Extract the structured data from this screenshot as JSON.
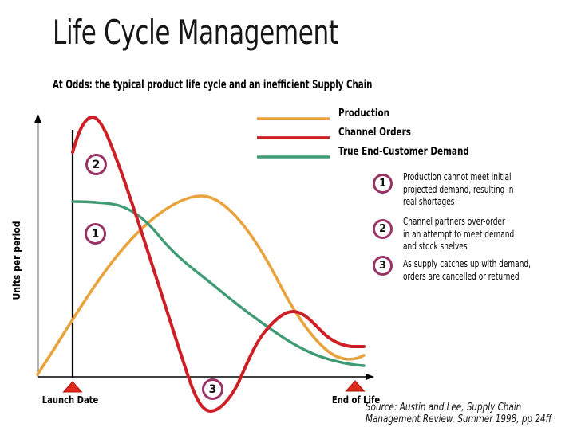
{
  "slide": {
    "title": "Life Cycle Management",
    "subtitle": "At Odds: the typical product life cycle and an inefficient Supply Chain",
    "source": {
      "line1": "Source: Austin and Lee, Supply Chain",
      "line2": "Management Review, Summer 1998, pp 24ff"
    }
  },
  "legend": {
    "items": [
      {
        "label": "Production",
        "color": "#E8A33C"
      },
      {
        "label": "Channel Orders",
        "color": "#CD2026"
      },
      {
        "label": "True End-Customer Demand",
        "color": "#3F9B73"
      }
    ]
  },
  "chart_data": {
    "type": "line",
    "ylabel": "Units per period",
    "xlabel": "",
    "x_axis_markers": [
      {
        "label": "Launch Date",
        "x": 1.0
      },
      {
        "label": "End of Life",
        "x": 9.4
      }
    ],
    "axis_ranges": {
      "x": [
        0,
        10
      ],
      "y_units_normalized": [
        0,
        100
      ]
    },
    "grid": false,
    "legend_position": "top-right",
    "series": [
      {
        "name": "Production",
        "color": "#E8A33C",
        "points": [
          {
            "x": 0.0,
            "y": 1
          },
          {
            "x": 1.0,
            "y": 24
          },
          {
            "x": 2.4,
            "y": 48
          },
          {
            "x": 3.6,
            "y": 64
          },
          {
            "x": 4.9,
            "y": 69
          },
          {
            "x": 6.0,
            "y": 58
          },
          {
            "x": 7.1,
            "y": 37
          },
          {
            "x": 8.1,
            "y": 16
          },
          {
            "x": 9.1,
            "y": 7
          },
          {
            "x": 9.65,
            "y": 8
          }
        ]
      },
      {
        "name": "Channel Orders",
        "color": "#CD2026",
        "points": [
          {
            "x": 1.0,
            "y": 86
          },
          {
            "x": 1.6,
            "y": 99
          },
          {
            "x": 2.7,
            "y": 71
          },
          {
            "x": 3.6,
            "y": 34
          },
          {
            "x": 4.45,
            "y": 1
          },
          {
            "x": 5.15,
            "y": -13
          },
          {
            "x": 6.15,
            "y": 0
          },
          {
            "x": 7.6,
            "y": 25
          },
          {
            "x": 8.8,
            "y": 14
          },
          {
            "x": 9.7,
            "y": 12
          }
        ]
      },
      {
        "name": "True End-Customer Demand",
        "color": "#3F9B73",
        "points": [
          {
            "x": 1.0,
            "y": 67
          },
          {
            "x": 2.2,
            "y": 66
          },
          {
            "x": 3.6,
            "y": 54
          },
          {
            "x": 5.3,
            "y": 34
          },
          {
            "x": 6.8,
            "y": 19
          },
          {
            "x": 8.3,
            "y": 8
          },
          {
            "x": 9.7,
            "y": 4
          }
        ]
      }
    ],
    "chart_badges": [
      {
        "n": "2",
        "meaning": "over-ordering peak region"
      },
      {
        "n": "1",
        "meaning": "initial demand vs production gap"
      },
      {
        "n": "3",
        "meaning": "order cancellation dip"
      }
    ]
  },
  "badges": {
    "b1": "1",
    "b2": "2",
    "b3": "3"
  },
  "callouts": [
    {
      "n": "1",
      "lines": {
        "0": "Production cannot meet initial",
        "1": "projected demand, resulting in",
        "2": "real shortages"
      }
    },
    {
      "n": "2",
      "lines": {
        "0": "Channel partners over-order",
        "1": "in an attempt to meet demand",
        "2": "and stock shelves"
      }
    },
    {
      "n": "3",
      "lines": {
        "0": "As supply catches up with demand,",
        "1": "orders are cancelled or returned"
      }
    }
  ],
  "accents": {
    "axis_black": "#000000",
    "circle_purple": "#993366",
    "triangle_red": "#DE2A1A"
  }
}
